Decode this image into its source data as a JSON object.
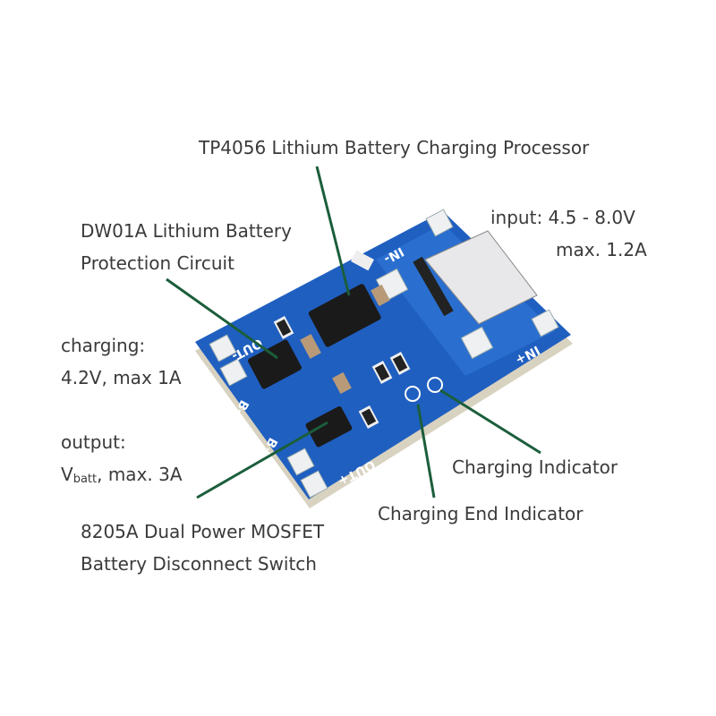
{
  "labels": {
    "tp4056": "TP4056 Lithium Battery Charging Processor",
    "dw01a_line1": "DW01A Lithium Battery",
    "dw01a_line2": "Protection Circuit",
    "input_line1": "input: 4.5 - 8.0V",
    "input_line2": "max. 1.2A",
    "charging_line1": "charging:",
    "charging_line2": "4.2V, max 1A",
    "output_line1": "output:",
    "output_v": "V",
    "output_sub": "batt",
    "output_rest": ", max. 3A",
    "charging_indicator": "Charging Indicator",
    "charging_end_indicator": "Charging End Indicator",
    "mosfet_line1": "8205A Dual Power MOSFET",
    "mosfet_line2": "Battery Disconnect Switch"
  },
  "silkscreen": {
    "in_minus": "IN-",
    "in_plus": "IN+",
    "out_minus": "OUT-",
    "out_plus": "OUT+",
    "b_minus": "B-",
    "b_plus": "B+"
  },
  "colors": {
    "pcb": "#1f5fc0",
    "leader": "#1b5e3b",
    "text": "#3a3a3a"
  }
}
